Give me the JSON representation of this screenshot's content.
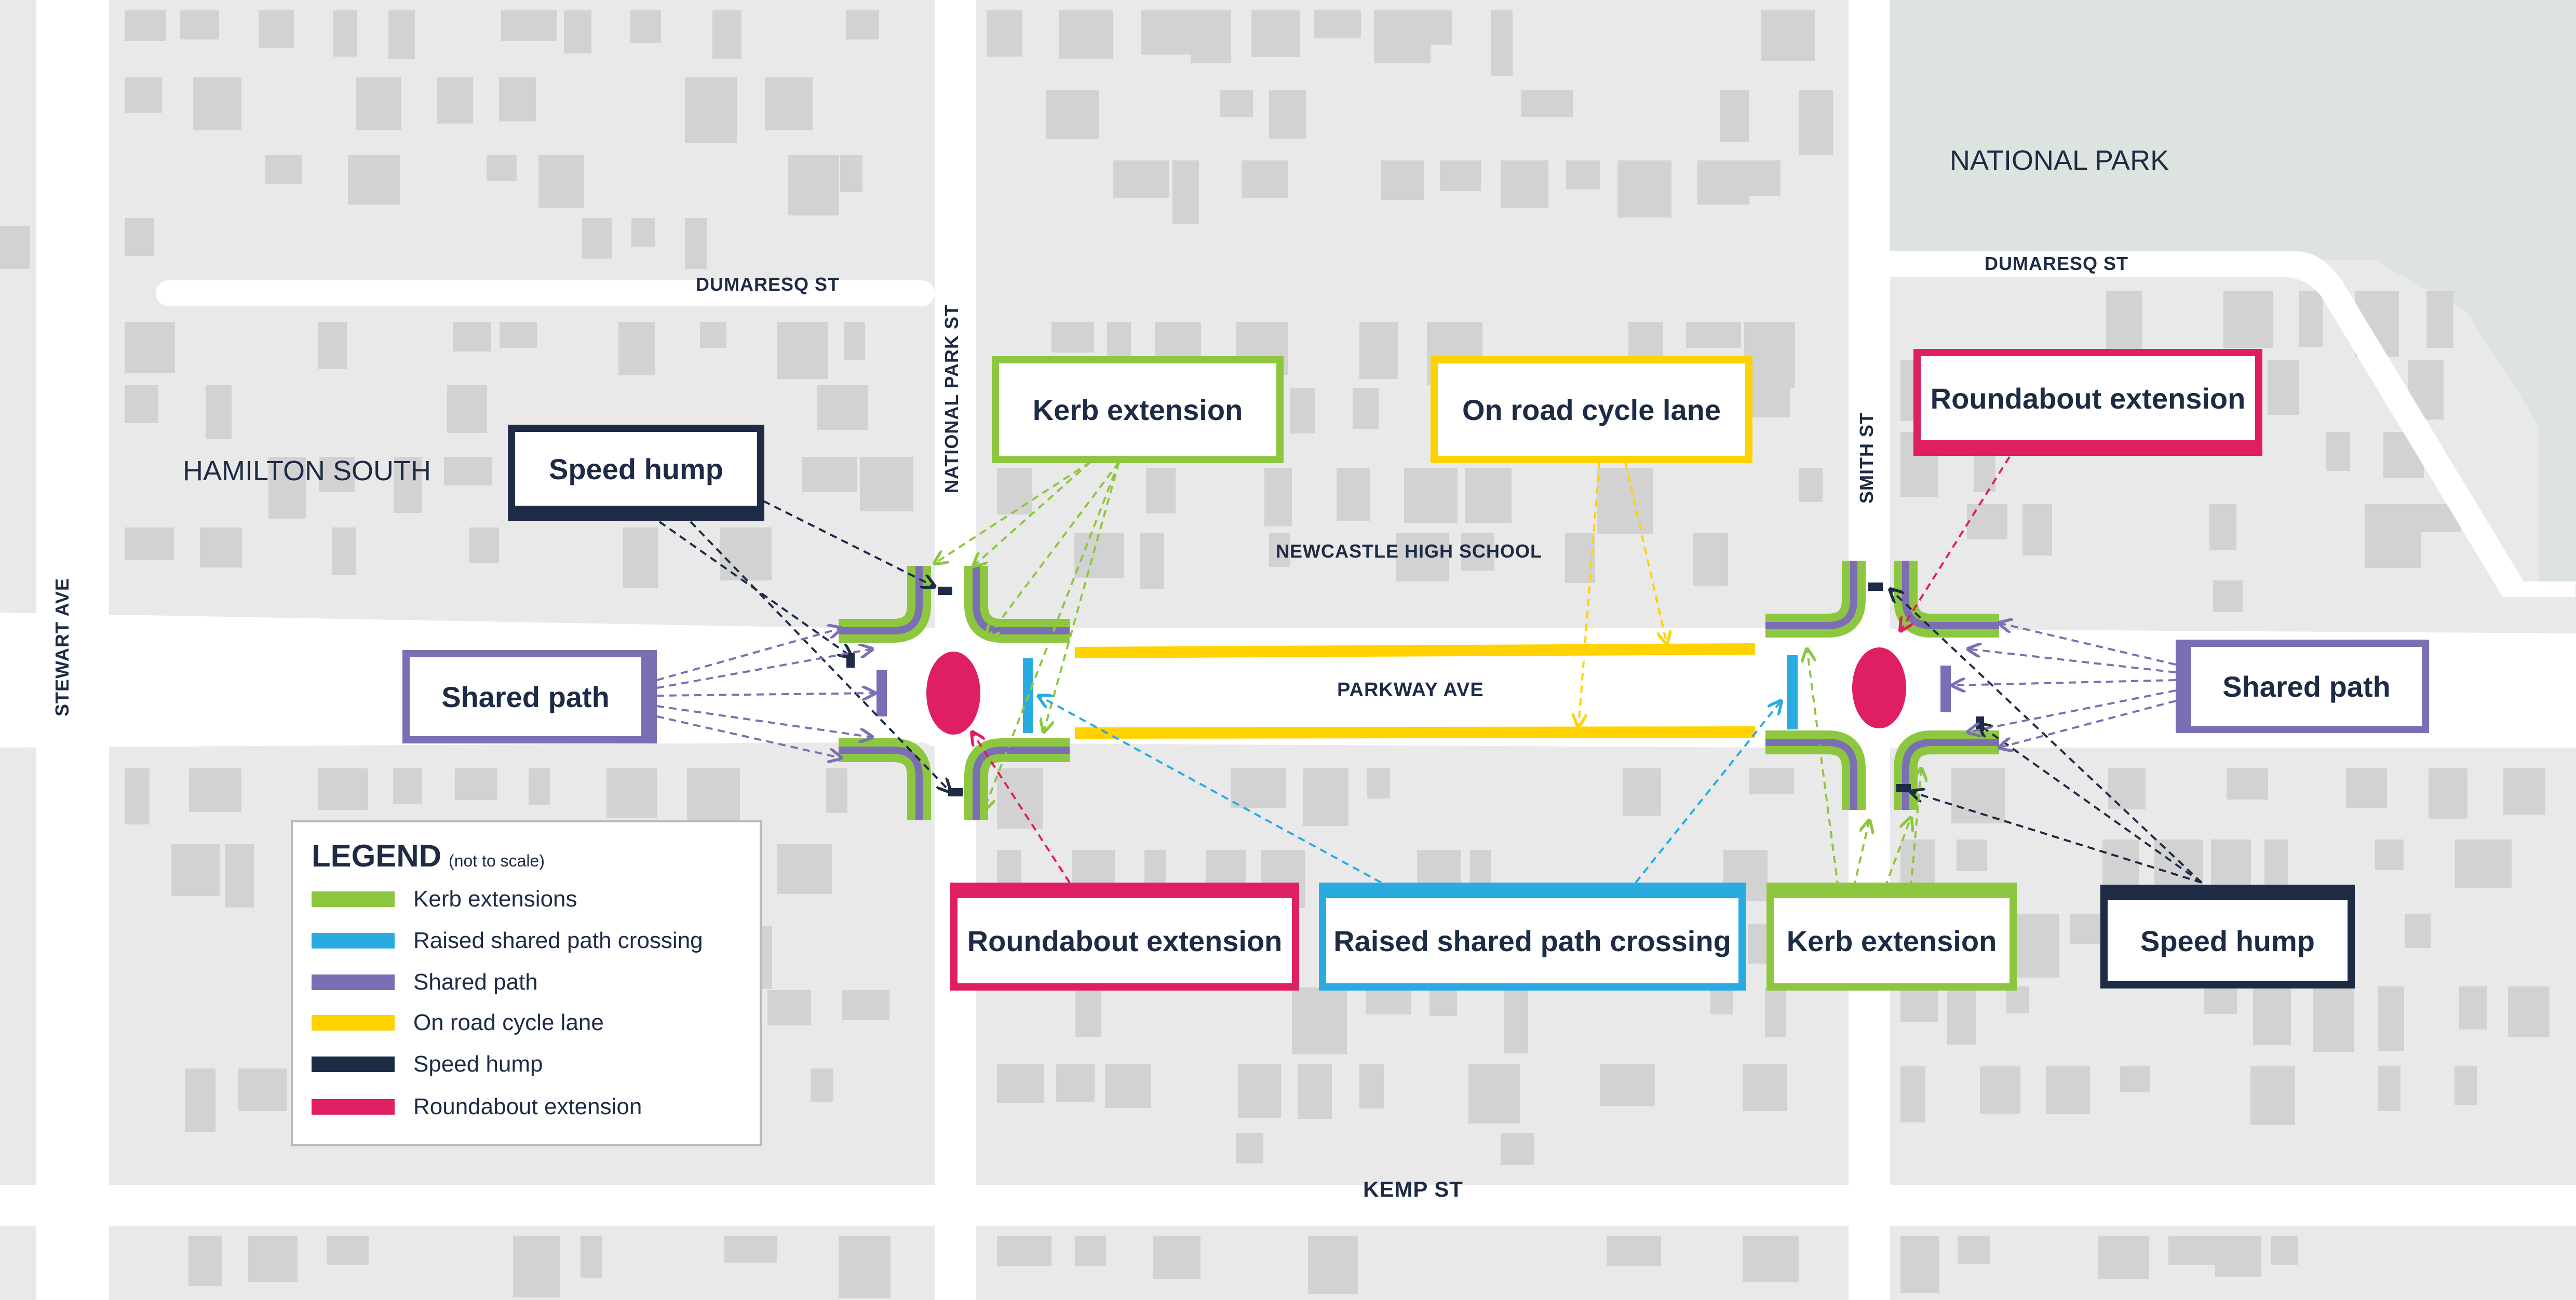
{
  "map": {
    "area_labels": {
      "hamilton_south": "HAMILTON SOUTH",
      "national_park": "NATIONAL PARK"
    },
    "street_labels": {
      "stewart_ave": "STEWART AVE",
      "dumaresq_st_west": "DUMARESQ ST",
      "dumaresq_st_east": "DUMARESQ ST",
      "national_park_st": "NATIONAL PARK ST",
      "smith_st": "SMITH ST",
      "newcastle_high_school": "NEWCASTLE HIGH SCHOOL",
      "parkway_ave": "PARKWAY AVE",
      "kemp_st": "KEMP ST"
    }
  },
  "colors": {
    "background": "#e9e9e9",
    "building": "#d2d2d2",
    "road": "#ffffff",
    "park": "#dde3de",
    "kerb_extension": "#8dc63f",
    "raised_shared_path_crossing": "#29abe2",
    "shared_path": "#7b6fb4",
    "on_road_cycle_lane": "#ffd200",
    "speed_hump": "#1d2b45",
    "roundabout_extension": "#e01e63"
  },
  "callouts": {
    "kerb_extension_west": "Kerb extension",
    "on_road_cycle_lane": "On road cycle lane",
    "roundabout_extension_east": "Roundabout extension",
    "speed_hump_west": "Speed hump",
    "shared_path_west": "Shared path",
    "shared_path_east": "Shared path",
    "roundabout_extension_west": "Roundabout extension",
    "raised_shared_path_crossing": "Raised shared path crossing",
    "kerb_extension_east": "Kerb extension",
    "speed_hump_east": "Speed hump"
  },
  "legend": {
    "title": "LEGEND",
    "subtitle": "(not to scale)",
    "items": [
      {
        "label": "Kerb extensions",
        "color": "#8dc63f"
      },
      {
        "label": "Raised shared path crossing",
        "color": "#29abe2"
      },
      {
        "label": "Shared path",
        "color": "#7b6fb4"
      },
      {
        "label": "On road cycle lane",
        "color": "#ffd200"
      },
      {
        "label": "Speed hump",
        "color": "#1d2b45"
      },
      {
        "label": "Roundabout extension",
        "color": "#e01e63"
      }
    ]
  }
}
